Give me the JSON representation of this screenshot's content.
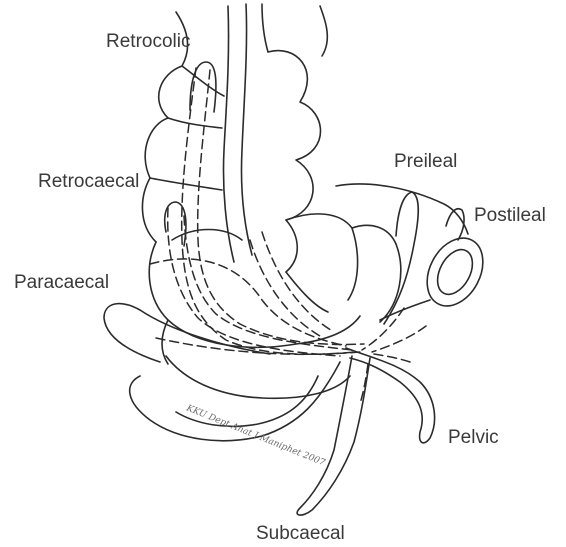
{
  "labels": {
    "retrocolic": "Retrocolic",
    "retrocaecal": "Retrocaecal",
    "paracaecal": "Paracaecal",
    "preileal": "Preileal",
    "postileal": "Postileal",
    "pelvic": "Pelvic",
    "subcaecal": "Subcaecal"
  },
  "credit": "KKU Dept Anat J Maniphet 2007"
}
